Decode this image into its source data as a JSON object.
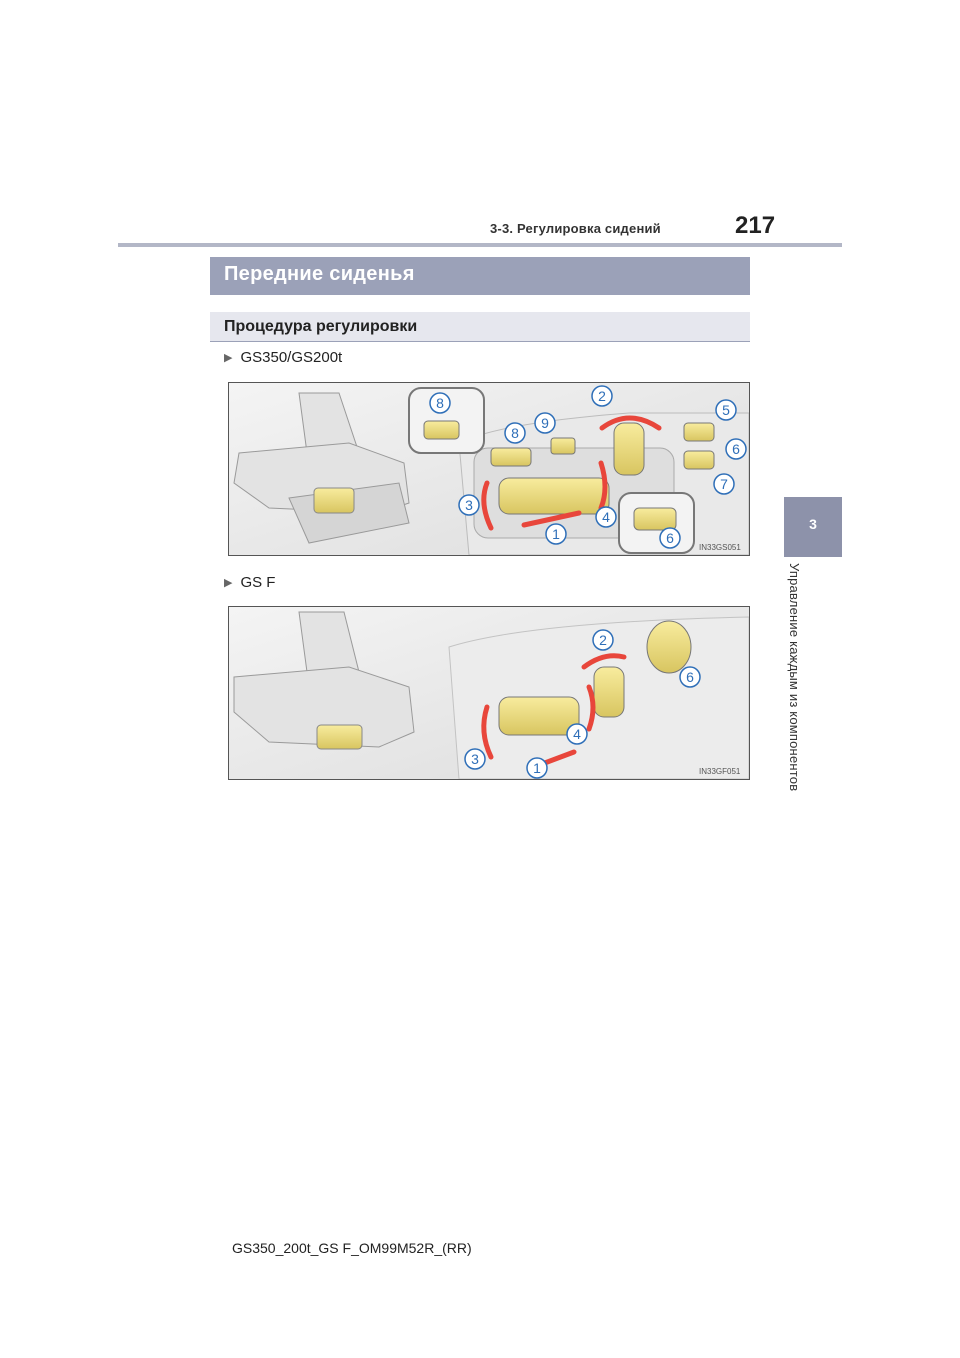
{
  "header": {
    "section": "3-3. Регулировка сидений",
    "page_number": "217"
  },
  "side_tab": {
    "number": "3",
    "label": "Управление каждым из компонентов"
  },
  "section_title": "Передние сиденья",
  "subsection_title": "Процедура регулировки",
  "variants": [
    {
      "model": "GS350/GS200t",
      "figure_code": "IN33GS051",
      "callouts": [
        "1",
        "2",
        "3",
        "4",
        "5",
        "6",
        "6",
        "7",
        "8",
        "8",
        "9"
      ]
    },
    {
      "model": "GS F",
      "figure_code": "IN33GF051",
      "callouts": [
        "1",
        "2",
        "3",
        "4",
        "6"
      ]
    }
  ],
  "footer": "GS350_200t_GS F_OM99M52R_(RR)",
  "colors": {
    "title_bar": "#9ba1b8",
    "side_tab": "#8d92aa",
    "header_rule": "#b3b7c7",
    "switch_yellow": "#efe08a",
    "arrow_red": "#e8463b",
    "callout_blue": "#2f6fb8"
  }
}
